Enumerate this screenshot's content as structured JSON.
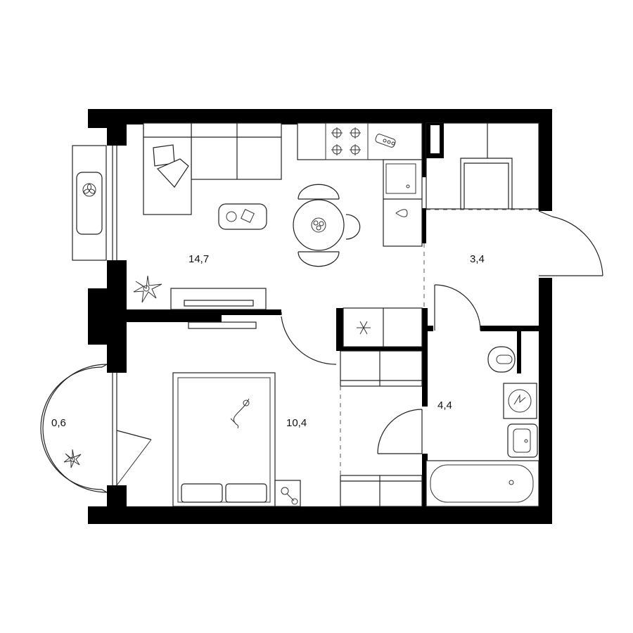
{
  "rooms": {
    "living_kitchen": {
      "area": "14,7"
    },
    "hallway": {
      "area": "3,4"
    },
    "bedroom": {
      "area": "10,4"
    },
    "bathroom": {
      "area": "4,4"
    },
    "balcony": {
      "area": "0,6"
    }
  }
}
